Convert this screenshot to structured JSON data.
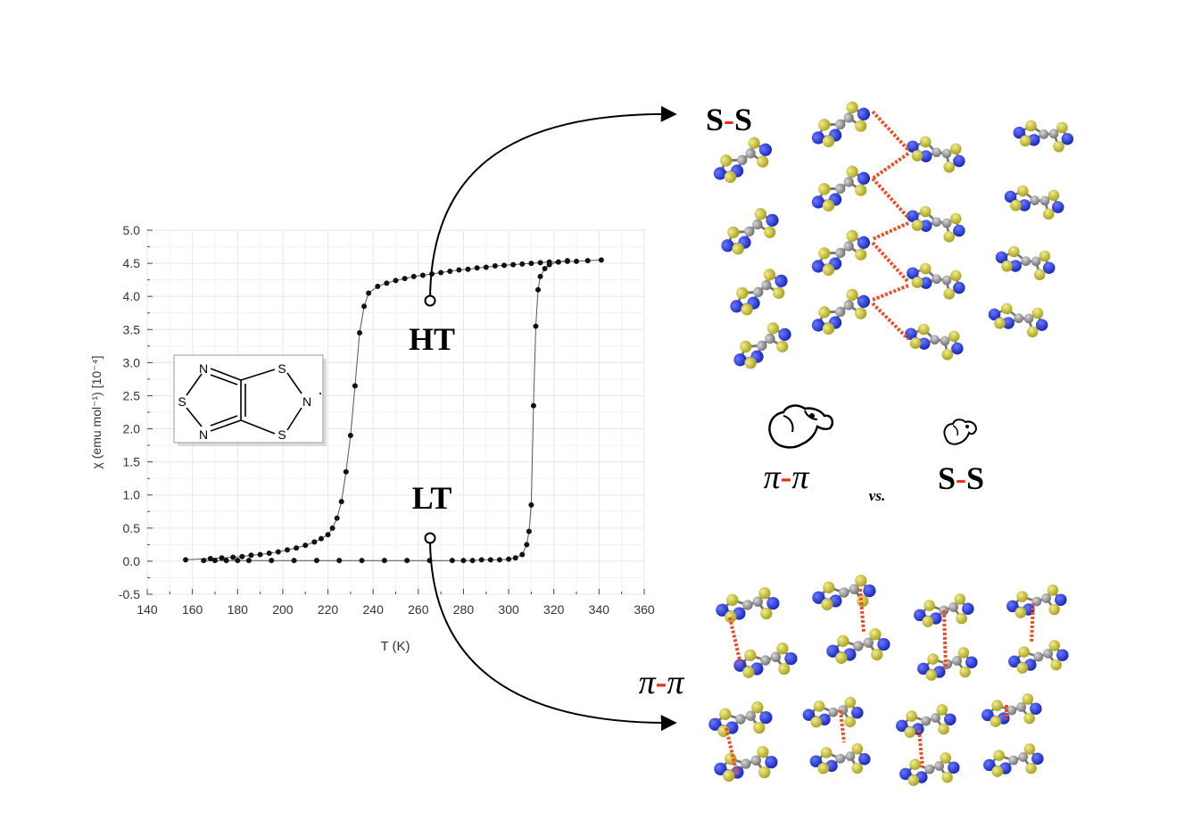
{
  "chart_data": {
    "type": "scatter",
    "xlabel": "T (K)",
    "ylabel": "χ (emu mol⁻¹) [10⁻⁴]",
    "xlim": [
      140,
      360
    ],
    "ylim": [
      -0.5,
      5.0
    ],
    "xticks": [
      "140",
      "160",
      "180",
      "200",
      "220",
      "240",
      "260",
      "280",
      "300",
      "320",
      "340",
      "360"
    ],
    "yticks": [
      "-0.5",
      "0.0",
      "0.5",
      "1.0",
      "1.5",
      "2.0",
      "2.5",
      "3.0",
      "3.5",
      "4.0",
      "4.5",
      "5.0"
    ],
    "grid": true,
    "series": [
      {
        "x": [
          157,
          168,
          173,
          178,
          182,
          186,
          190,
          194,
          198,
          202,
          206,
          210,
          214,
          217,
          220,
          222,
          224,
          226,
          228,
          230,
          232,
          234,
          236,
          238,
          242,
          246,
          250,
          254,
          258,
          262,
          266,
          270,
          274,
          278,
          282,
          286,
          290,
          294,
          298,
          302,
          306,
          310,
          314,
          318,
          322,
          326,
          330,
          335,
          341
        ],
        "y": [
          0.02,
          0.04,
          0.05,
          0.06,
          0.07,
          0.09,
          0.1,
          0.12,
          0.14,
          0.17,
          0.2,
          0.24,
          0.29,
          0.34,
          0.4,
          0.5,
          0.65,
          0.9,
          1.35,
          1.9,
          2.65,
          3.45,
          3.85,
          4.05,
          4.15,
          4.2,
          4.24,
          4.27,
          4.3,
          4.32,
          4.34,
          4.36,
          4.38,
          4.4,
          4.41,
          4.43,
          4.44,
          4.46,
          4.47,
          4.48,
          4.49,
          4.5,
          4.51,
          4.52,
          4.52,
          4.53,
          4.53,
          4.54,
          4.55
        ]
      },
      {
        "x": [
          165,
          170,
          175,
          180,
          185,
          195,
          205,
          215,
          225,
          235,
          245,
          255,
          265,
          275,
          280,
          284,
          288,
          292,
          296,
          300,
          303,
          306,
          308,
          309,
          310,
          311,
          312,
          313,
          314,
          316,
          318,
          322,
          326
        ],
        "y": [
          0.01,
          0.01,
          0.01,
          0.01,
          0.01,
          0.01,
          0.01,
          0.01,
          0.01,
          0.01,
          0.01,
          0.01,
          0.01,
          0.01,
          0.01,
          0.01,
          0.02,
          0.02,
          0.02,
          0.03,
          0.05,
          0.1,
          0.25,
          0.45,
          0.85,
          2.35,
          3.55,
          4.1,
          4.3,
          4.42,
          4.48,
          4.52,
          4.54
        ]
      }
    ],
    "annotations": {
      "ht": "HT",
      "lt": "LT"
    }
  },
  "molecule": {
    "atoms": {
      "n_top": "N",
      "n_bottom": "N",
      "s_left": "S",
      "s_top": "S",
      "s_bottom": "S",
      "n_right": "N",
      "radical_dot": "·"
    }
  },
  "panels": {
    "top_label": {
      "a": "S",
      "dash": "-",
      "b": "S"
    },
    "bottom_label": {
      "a": "π",
      "dash": "-",
      "b": "π"
    },
    "versus": {
      "left_a": "π",
      "left_b": "π",
      "vs": "vs.",
      "right_a": "S",
      "right_b": "S",
      "dash": "-"
    }
  },
  "colors": {
    "nitrogen": "#1f2fd0",
    "sulfur": "#c9c23a",
    "carbon": "#8c8c8c",
    "contact": "#e8502a",
    "dash_red": "#e8321e"
  }
}
